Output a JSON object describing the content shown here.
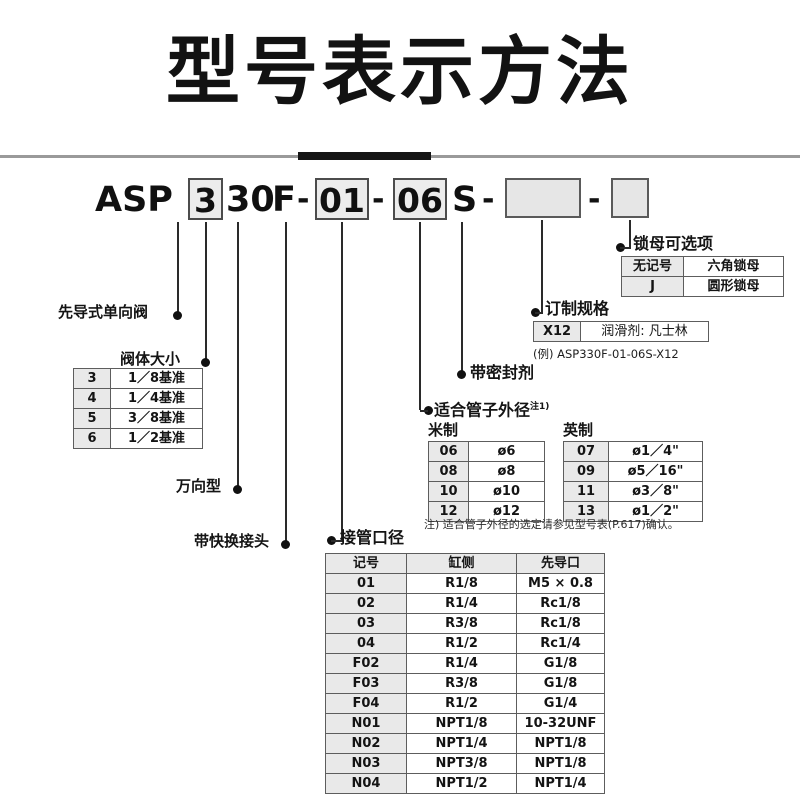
{
  "page": {
    "title": "型号表示方法"
  },
  "model_code": {
    "prefix": "ASP",
    "size": "3",
    "series": "30",
    "universal": "F",
    "port": "01",
    "tube": "06",
    "sealant": "S",
    "dash": "-",
    "blank_wide": "",
    "blank_small": ""
  },
  "callouts": {
    "pilot_check_valve": "先导式单向阀",
    "valve_body_size": "阀体大小",
    "universal_type": "万向型",
    "quick_fitting": "带快换接头",
    "port_diameter": "接管口径",
    "tube_outer_diameter": "适合管子外径",
    "tube_outer_diameter_sup": "注1)",
    "with_sealant": "带密封剂",
    "custom_spec": "订制规格",
    "locknut_option": "锁母可选项",
    "metric": "米制",
    "inch": "英制"
  },
  "valve_size_table": {
    "rows": [
      {
        "code": "3",
        "value": "1／8基准"
      },
      {
        "code": "4",
        "value": "1／4基准"
      },
      {
        "code": "5",
        "value": "3／8基准"
      },
      {
        "code": "6",
        "value": "1／2基准"
      }
    ]
  },
  "metric_table": {
    "rows": [
      {
        "code": "06",
        "value": "ø6"
      },
      {
        "code": "08",
        "value": "ø8"
      },
      {
        "code": "10",
        "value": "ø10"
      },
      {
        "code": "12",
        "value": "ø12"
      }
    ]
  },
  "inch_table": {
    "rows": [
      {
        "code": "07",
        "value": "ø1／4\""
      },
      {
        "code": "09",
        "value": "ø5／16\""
      },
      {
        "code": "11",
        "value": "ø3／8\""
      },
      {
        "code": "13",
        "value": "ø1／2\""
      }
    ]
  },
  "tube_note": "注) 适合管子外径的选定请参见型号表(P.617)确认。",
  "custom_spec_table": {
    "rows": [
      {
        "code": "X12",
        "value": "润滑剂: 凡士林"
      }
    ],
    "example": "(例) ASP330F-01-06S-X12"
  },
  "locknut_table": {
    "rows": [
      {
        "code": "无记号",
        "value": "六角锁母"
      },
      {
        "code": "J",
        "value": "圆形锁母"
      }
    ]
  },
  "port_table": {
    "headers": [
      "记号",
      "缸侧",
      "先导口"
    ],
    "rows": [
      {
        "code": "01",
        "cyl": "R1/8",
        "pilot": "M5 × 0.8"
      },
      {
        "code": "02",
        "cyl": "R1/4",
        "pilot": "Rc1/8"
      },
      {
        "code": "03",
        "cyl": "R3/8",
        "pilot": "Rc1/8"
      },
      {
        "code": "04",
        "cyl": "R1/2",
        "pilot": "Rc1/4"
      },
      {
        "code": "F02",
        "cyl": "R1/4",
        "pilot": "G1/8"
      },
      {
        "code": "F03",
        "cyl": "R3/8",
        "pilot": "G1/8"
      },
      {
        "code": "F04",
        "cyl": "R1/2",
        "pilot": "G1/4"
      },
      {
        "code": "N01",
        "cyl": "NPT1/8",
        "pilot": "10-32UNF"
      },
      {
        "code": "N02",
        "cyl": "NPT1/4",
        "pilot": "NPT1/8"
      },
      {
        "code": "N03",
        "cyl": "NPT3/8",
        "pilot": "NPT1/8"
      },
      {
        "code": "N04",
        "cyl": "NPT1/2",
        "pilot": "NPT1/4"
      }
    ]
  },
  "colors": {
    "box_fill": "#ececec",
    "box_border": "#4c4c4c",
    "divider": "#9a9a9a",
    "accent": "#151515",
    "table_header": "#e9e9e9"
  }
}
